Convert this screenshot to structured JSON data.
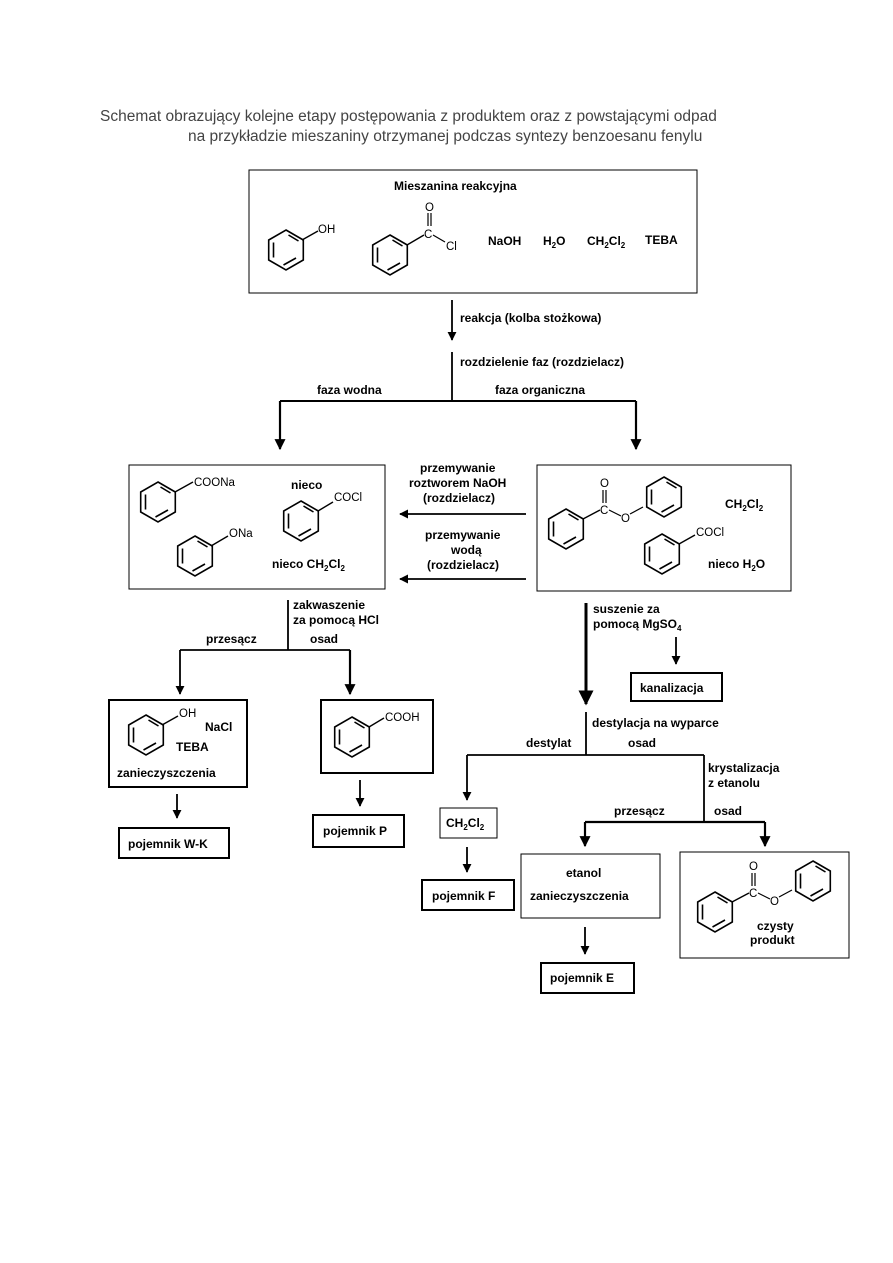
{
  "title": {
    "line1": "Schemat obrazujący kolejne etapy postępowania z produktem oraz z powstającymi odpad",
    "line2": "na przykładzie mieszaniny otrzymanej podczas syntezy benzoesanu fenylu"
  },
  "top_box": {
    "title": "Mieszanina reakcyjna",
    "reagents": {
      "naoh": "NaOH",
      "h2o": "H",
      "h2o_sub": "2",
      "h2o_end": "O",
      "dcm": "CH",
      "dcm_sub1": "2",
      "dcm_mid": "Cl",
      "dcm_sub2": "2",
      "teba": "TEBA"
    },
    "phenol_oh": "OH",
    "acyl_o": "O",
    "acyl_c": "C",
    "acyl_cl": "Cl"
  },
  "steps": {
    "reaction": "reakcja (kolba stożkowa)",
    "separation": "rozdzielenie faz (rozdzielacz)",
    "aqueous": "faza wodna",
    "organic": "faza organiczna",
    "wash_naoh_1": "przemywanie",
    "wash_naoh_2": "roztworem NaOH",
    "wash_naoh_3": "(rozdzielacz)",
    "wash_water_1": "przemywanie",
    "wash_water_2": "wodą",
    "wash_water_3": "(rozdzielacz)",
    "acidify_1": "zakwaszenie",
    "acidify_2": "za pomocą HCl",
    "filtrate": "przesącz",
    "precipitate": "osad",
    "drying_1": "suszenie za",
    "drying_2": "pomocą MgSO",
    "drying_sub": "4",
    "distill": "destylacja na wyparce",
    "distillate": "destylat",
    "residue": "osad",
    "cryst_1": "krystalizacja",
    "cryst_2": "z etanolu",
    "filtrate2": "przesącz",
    "precipitate2": "osad"
  },
  "aqueous_box": {
    "coona": "COONa",
    "ona": "ONa",
    "nieco": "nieco",
    "cocl": "COCl",
    "nieco_dcm": "nieco CH",
    "dcm_sub1": "2",
    "dcm_cl": "Cl",
    "dcm_sub2": "2"
  },
  "organic_box": {
    "ester_o1": "O",
    "ester_c": "C",
    "ester_o2": "O",
    "dcm": "CH",
    "dcm_sub1": "2",
    "dcm_cl": "Cl",
    "dcm_sub2": "2",
    "cocl": "COCl",
    "nieco_h2o": "nieco H",
    "h2o_sub": "2",
    "h2o_end": "O"
  },
  "boxes": {
    "kanalizacja": "kanalizacja",
    "phenol_box_oh": "OH",
    "phenol_box_nacl": "NaCl",
    "phenol_box_teba": "TEBA",
    "phenol_box_imp": "zanieczyszczenia",
    "acid_box_cooh": "COOH",
    "dcm_box": "CH",
    "dcm_box_sub1": "2",
    "dcm_box_cl": "Cl",
    "dcm_box_sub2": "2",
    "ethanol_1": "etanol",
    "ethanol_2": "zanieczyszczenia",
    "product_o1": "O",
    "product_c": "C",
    "product_o2": "O",
    "product_1": "czysty",
    "product_2": "produkt"
  },
  "containers": {
    "wk": "pojemnik W-K",
    "p": "pojemnik P",
    "f": "pojemnik F",
    "e": "pojemnik E"
  }
}
